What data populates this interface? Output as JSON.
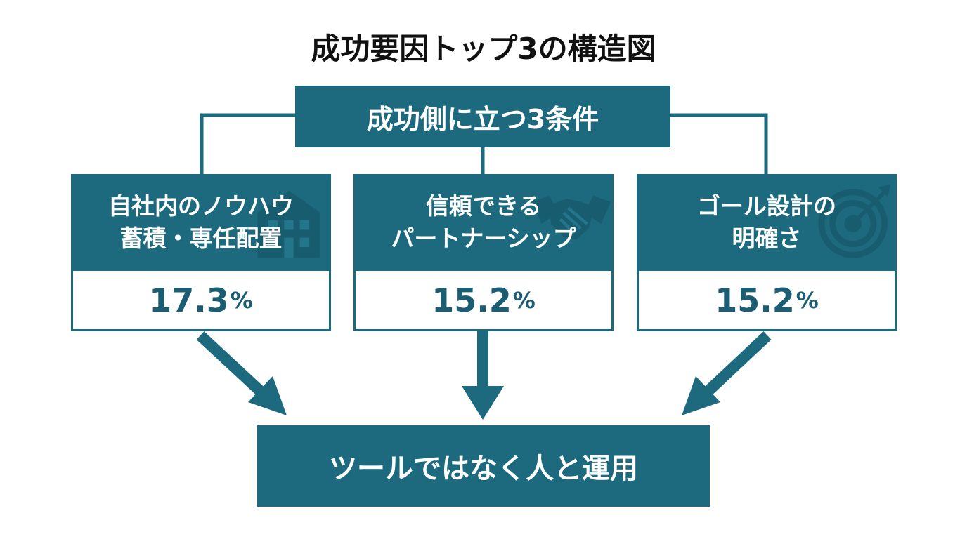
{
  "title": "成功要因トップ3の構造図",
  "colors": {
    "primary": "#1d6a7f",
    "value_text": "#1b5e73"
  },
  "top_node": {
    "label": "成功側に立つ3条件"
  },
  "factors": [
    {
      "line1": "自社内のノウハウ",
      "line2": "蓄積・専任配置",
      "value": "17.3",
      "unit": "%",
      "icon": "building-icon"
    },
    {
      "line1": "信頼できる",
      "line2": "パートナーシップ",
      "value": "15.2",
      "unit": "%",
      "icon": "handshake-icon"
    },
    {
      "line1": "ゴール設計の",
      "line2": "明確さ",
      "value": "15.2",
      "unit": "%",
      "icon": "target-icon"
    }
  ],
  "bottom_node": {
    "label": "ツールではなく人と運用"
  }
}
